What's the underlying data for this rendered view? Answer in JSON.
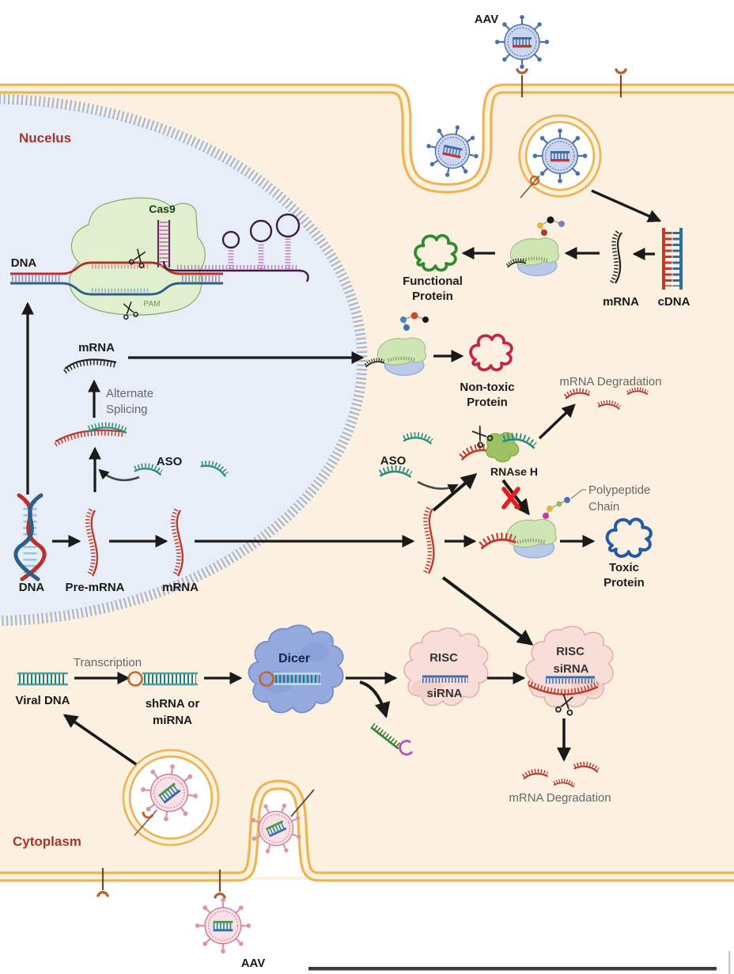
{
  "title": "AAV gene therapy mechanisms diagram",
  "colors": {
    "cytoplasm_fill": "#fcf1e0",
    "membrane_gold": "#eeb45b",
    "nucleus_fill": "#e8eef7",
    "nucleus_border": "#a3b8d8",
    "region_label": "#a8342c",
    "mrna_red": "#c0392b",
    "aso_teal": "#2e8b7f",
    "functional_green": "#2e8b2e",
    "nontoxic_crimson": "#c2274b",
    "toxic_blue": "#2458a8",
    "cas9_blob": "#e0f0ce",
    "dicer_blue": "#94aade",
    "risc_pink": "#f8ddd8",
    "rnaseh_green": "#9cc163",
    "block_x_red": "#e02020"
  },
  "labels": {
    "aav_top": "AAV",
    "nucleus": "Nucelus",
    "cas9": "Cas9",
    "pam": "PAM",
    "dna_cas9": "DNA",
    "mrna_nucleus": "mRNA",
    "alt_splicing_1": "Alternate",
    "alt_splicing_2": "Splicing",
    "aso_nucleus": "ASO",
    "dna": "DNA",
    "pre_mrna": "Pre-mRNA",
    "mrna": "mRNA",
    "functional_1": "Functional",
    "functional_2": "Protein",
    "mrna_right": "mRNA",
    "cdna": "cDNA",
    "nontoxic_1": "Non-toxic",
    "nontoxic_2": "Protein",
    "mrna_degradation_upper": "mRNA Degradation",
    "aso_cyto": "ASO",
    "rnase_h": "RNAse H",
    "polypeptide_1": "Polypeptide",
    "polypeptide_2": "Chain",
    "toxic_1": "Toxic",
    "toxic_2": "Protein",
    "transcription": "Transcription",
    "viral_dna": "Viral DNA",
    "shrna_1": "shRNA or",
    "shrna_2": "miRNA",
    "dicer": "Dicer",
    "risc1": "RISC",
    "sirna1": "siRNA",
    "risc2": "RISC",
    "sirna2": "siRNA",
    "mrna_degradation_lower": "mRNA Degradation",
    "cytoplasm": "Cytoplasm",
    "aav_bottom": "AAV"
  }
}
